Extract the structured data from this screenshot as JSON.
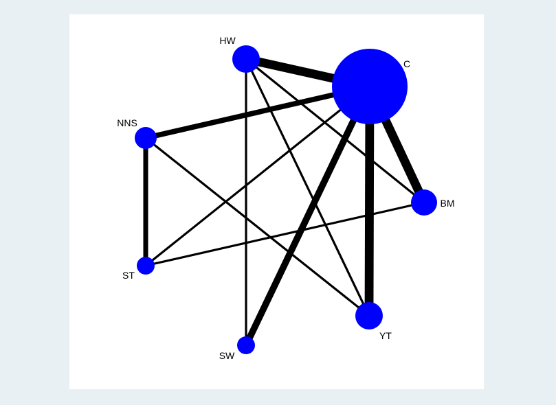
{
  "network": {
    "node_color": "#0000ff",
    "edge_color": "#000000",
    "nodes": [
      {
        "id": "C",
        "label": "C",
        "size": 5.5
      },
      {
        "id": "HW",
        "label": "HW",
        "size": 2.0
      },
      {
        "id": "NNS",
        "label": "NNS",
        "size": 1.6
      },
      {
        "id": "ST",
        "label": "ST",
        "size": 1.3
      },
      {
        "id": "SW",
        "label": "SW",
        "size": 1.3
      },
      {
        "id": "YT",
        "label": "YT",
        "size": 2.0
      },
      {
        "id": "BM",
        "label": "BM",
        "size": 1.9
      }
    ],
    "edges": [
      {
        "source": "C",
        "target": "HW",
        "weight": 4
      },
      {
        "source": "C",
        "target": "NNS",
        "weight": 2.4
      },
      {
        "source": "C",
        "target": "ST",
        "weight": 1
      },
      {
        "source": "C",
        "target": "SW",
        "weight": 3
      },
      {
        "source": "C",
        "target": "YT",
        "weight": 4
      },
      {
        "source": "C",
        "target": "BM",
        "weight": 4
      },
      {
        "source": "HW",
        "target": "SW",
        "weight": 1
      },
      {
        "source": "HW",
        "target": "YT",
        "weight": 1
      },
      {
        "source": "HW",
        "target": "BM",
        "weight": 1
      },
      {
        "source": "NNS",
        "target": "ST",
        "weight": 2.2
      },
      {
        "source": "NNS",
        "target": "YT",
        "weight": 1
      },
      {
        "source": "ST",
        "target": "BM",
        "weight": 1
      }
    ]
  }
}
